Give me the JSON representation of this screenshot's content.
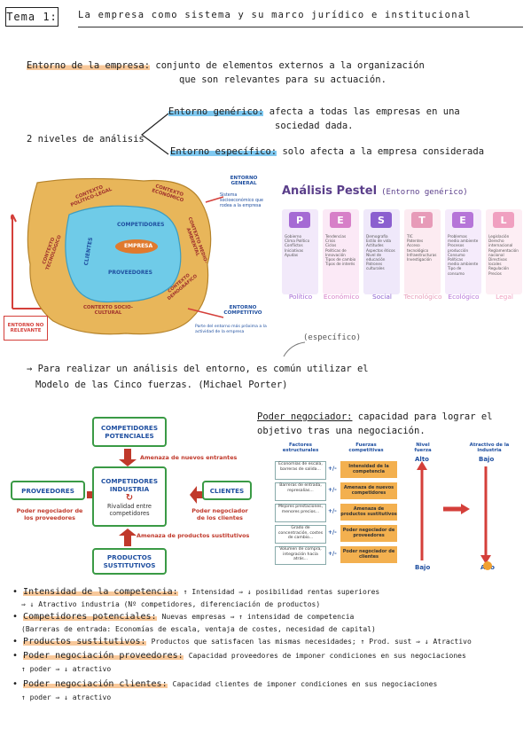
{
  "header": {
    "tema": "Tema 1:",
    "title": "La empresa como sistema y su marco jurídico e institucional"
  },
  "entorno": {
    "term": "Entorno de la empresa:",
    "def1": "conjunto de elementos externos a la organización",
    "def2": "que son relevantes para su actuación."
  },
  "niveles": {
    "label": "2 niveles de análisis",
    "generico_term": "Entorno genérico:",
    "generico_def1": "afecta a todas las empresas en una",
    "generico_def2": "sociedad dada.",
    "especifico_term": "Entorno específico:",
    "especifico_def": "solo afecta a la empresa considerada"
  },
  "fig_entorno": {
    "contexto_politico": "CONTEXTO POLÍTICO-LEGAL",
    "contexto_economico": "CONTEXTO ECONÓMICO",
    "contexto_tecnologico": "CONTEXTO TECNOLÓGICO",
    "contexto_medio": "CONTEXTO MEDIO-AMBIENTAL",
    "contexto_socio": "CONTEXTO SOCIO-CULTURAL",
    "contexto_demografico": "CONTEXTO DEMOGRÁFICO",
    "competidores": "COMPETIDORES",
    "clientes": "CLIENTES",
    "proveedores": "PROVEEDORES",
    "empresa": "EMPRESA",
    "general_label": "ENTORNO GENERAL",
    "general_desc": "Sistema socioeconómico que rodea a la empresa",
    "competitivo_label": "ENTORNO COMPETITIVO",
    "competitivo_desc": "Parte del entorno más próxima a la actividad de la empresa",
    "no_relevante": "ENTORNO NO RELEVANTE"
  },
  "pestel": {
    "title": "Análisis Pestel",
    "subtitle": "(Entorno genérico)",
    "columns": [
      {
        "letter": "P",
        "color": "#a56ad4",
        "bg": "#f2e9fa",
        "name": "Político",
        "items": [
          "Gobierno",
          "Clima Político",
          "Conflictos",
          "Iniciativas",
          "Ayudas"
        ]
      },
      {
        "letter": "E",
        "color": "#d77fc8",
        "bg": "#fbe9f6",
        "name": "Económico",
        "items": [
          "Tendencias",
          "Crisis",
          "Ciclos",
          "Políticas de",
          "Innovación",
          "Tipos de cambio",
          "Tipos de interés"
        ]
      },
      {
        "letter": "S",
        "color": "#8b5fcf",
        "bg": "#efe8fa",
        "name": "Social",
        "items": [
          "Demografía",
          "Estilo de vida",
          "Actitudes",
          "Aspectos éticos",
          "Nivel de",
          "educación",
          "Patrones",
          "culturales"
        ]
      },
      {
        "letter": "T",
        "color": "#e79bb8",
        "bg": "#fcebf1",
        "name": "Tecnológico",
        "items": [
          "TIC",
          "Patentes",
          "Acceso",
          "tecnológico",
          "Infraestructuras",
          "Investigación"
        ]
      },
      {
        "letter": "E",
        "color": "#b675d8",
        "bg": "#f5ebfb",
        "name": "Ecológico",
        "items": [
          "Problemas",
          "medio ambiente",
          "Procesos",
          "producción",
          "Consumo",
          "Políticas",
          "medio ambiente",
          "Tipo de",
          "consumo"
        ]
      },
      {
        "letter": "L",
        "color": "#f0a0c0",
        "bg": "#fdeef4",
        "name": "Legal",
        "items": [
          "Legislación",
          "Derecho",
          "internacional",
          "Reglamentación",
          "nacional",
          "Directivas",
          "locales",
          "Regulación",
          "Precios"
        ]
      }
    ]
  },
  "porter_intro": {
    "especifico_note": "(específico)",
    "line1": "Para realizar un análisis del entorno, es común utilizar el",
    "line2": "Modelo de las Cinco fuerzas. (Michael Porter)"
  },
  "porter": {
    "potenciales": "COMPETIDORES POTENCIALES",
    "industria": "COMPETIDORES INDUSTRIA",
    "rivalidad": "Rivalidad entre competidores",
    "proveedores": "PROVEEDORES",
    "clientes": "CLIENTES",
    "sustitutivos": "PRODUCTOS SUSTITUTIVOS",
    "amenaza_entrantes": "Amenaza de nuevos entrantes",
    "amenaza_sustitutivos": "Amenaza de productos sustitutivos",
    "poder_proveedores": "Poder negociador de los proveedores",
    "poder_clientes": "Poder negociador de los clientes"
  },
  "poder_neg": {
    "term": "Poder negociador:",
    "def1": "capacidad para lograr el",
    "def2": "objetivo tras una negociación."
  },
  "fig_fuerzas": {
    "h1": "Factores estructurales",
    "h2": "Fuerzas competitivas",
    "h3": "Nivel fuerza",
    "h4": "Atractivo de la industria",
    "alto": "Alto",
    "bajo": "Bajo",
    "rows": [
      {
        "factor": "Economías de escala, barreras de salida...",
        "fuerza": "Intensidad de la competencia"
      },
      {
        "factor": "Barreras de entrada, represalias...",
        "fuerza": "Amenaza de nuevos competidores"
      },
      {
        "factor": "Mejores prestaciones, menores precios...",
        "fuerza": "Amenaza de productos sustitutivos"
      },
      {
        "factor": "Grado de concentración, costes de cambio...",
        "fuerza": "Poder negociador de proveedores"
      },
      {
        "factor": "Volumen de compra, integración hacia atrás...",
        "fuerza": "Poder negociador de clientes"
      }
    ]
  },
  "bullets": [
    {
      "term": "Intensidad de la competencia:",
      "text": "↑ Intensidad ⇒ ↓ posibilidad rentas superiores"
    },
    {
      "term": "",
      "text": "⇒ ↓ Atractivo industria (Nº competidores, diferenciación de productos)"
    },
    {
      "term": "Competidores potenciales:",
      "text": "Nuevas empresas ⇒ ↑ intensidad de competencia"
    },
    {
      "term": "",
      "text": "(Barreras de entrada: Economías de escala, ventaja de costes, necesidad de capital)"
    },
    {
      "term": "Productos sustitutivos:",
      "text": "Productos que satisfacen las mismas necesidades; ↑ Prod. sust ⇒ ↓ Atractivo"
    },
    {
      "term": "Poder negociación proveedores:",
      "text": "Capacidad proveedores de imponer condiciones en sus negociaciones"
    },
    {
      "term": "",
      "text": "↑ poder ⇒ ↓ atractivo"
    },
    {
      "term": "Poder negociación clientes:",
      "text": "Capacidad clientes de imponer condiciones en sus negociaciones"
    },
    {
      "term": "",
      "text": "↑ poder ⇒ ↓ atractivo"
    }
  ]
}
